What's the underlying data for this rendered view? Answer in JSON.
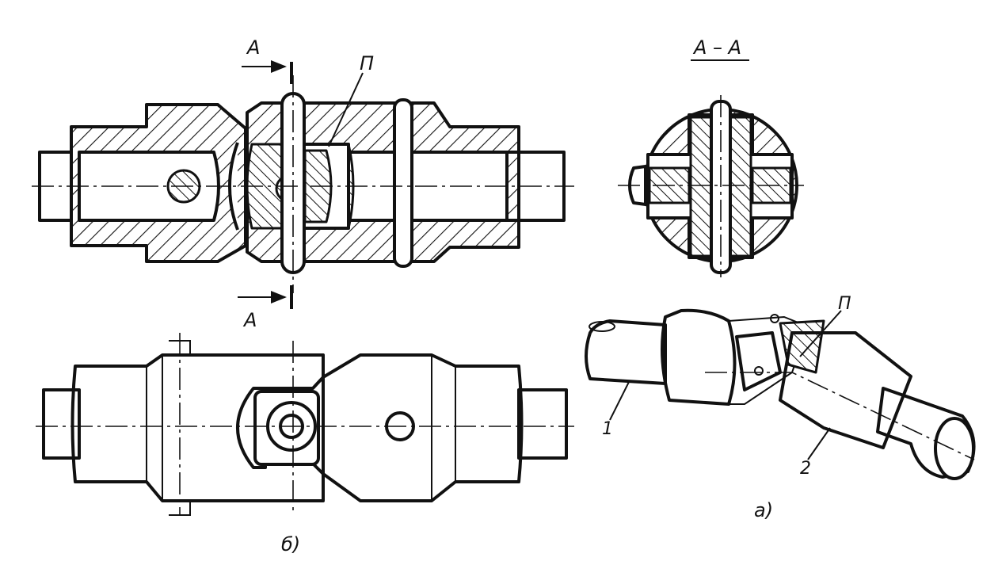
{
  "labels": {
    "section_mark_top": "A",
    "section_mark_bottom": "A",
    "section_title": "A – A",
    "pin_label_section": "П",
    "pin_label_iso": "П",
    "shaft_1": "1",
    "shaft_2": "2",
    "caption_a": "а)",
    "caption_b": "б)"
  }
}
